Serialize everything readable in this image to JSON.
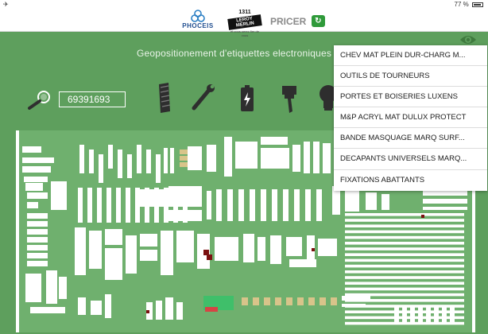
{
  "status_bar": {
    "left_icon": "airplane-icon",
    "battery_percent": "77 %"
  },
  "header": {
    "phoceis_text": "PHOCEIS",
    "lm_number": "1311",
    "lm_brand": "LEROY MERLIN",
    "lm_tagline": "et vous serez fier de vous",
    "pricer_text": "PRICER"
  },
  "main": {
    "title": "Geopositionement d'etiquettes electroniques",
    "search": {
      "value": "69391693"
    },
    "categories": [
      {
        "icon": "wood-plank-icon"
      },
      {
        "icon": "wrench-icon"
      },
      {
        "icon": "battery-icon"
      },
      {
        "icon": "paint-brush-icon"
      },
      {
        "icon": "light-bulb-icon"
      }
    ]
  },
  "dropdown": {
    "items": [
      "CHEV MAT PLEIN DUR-CHARG M...",
      "OUTILS DE TOURNEURS",
      "PORTES ET BOISERIES LUXENS",
      "M&P ACRYL MAT DULUX PROTECT",
      "BANDE MASQUAGE MARQ SURF...",
      "DECAPANTS UNIVERSELS MARQ...",
      "FIXATIONS ABATTANTS"
    ]
  },
  "colors": {
    "background": "#5e9f5d",
    "floorplan_background": "#6fb06e",
    "accent_pricer": "#2f9a3a",
    "marker": "#7a1010"
  }
}
